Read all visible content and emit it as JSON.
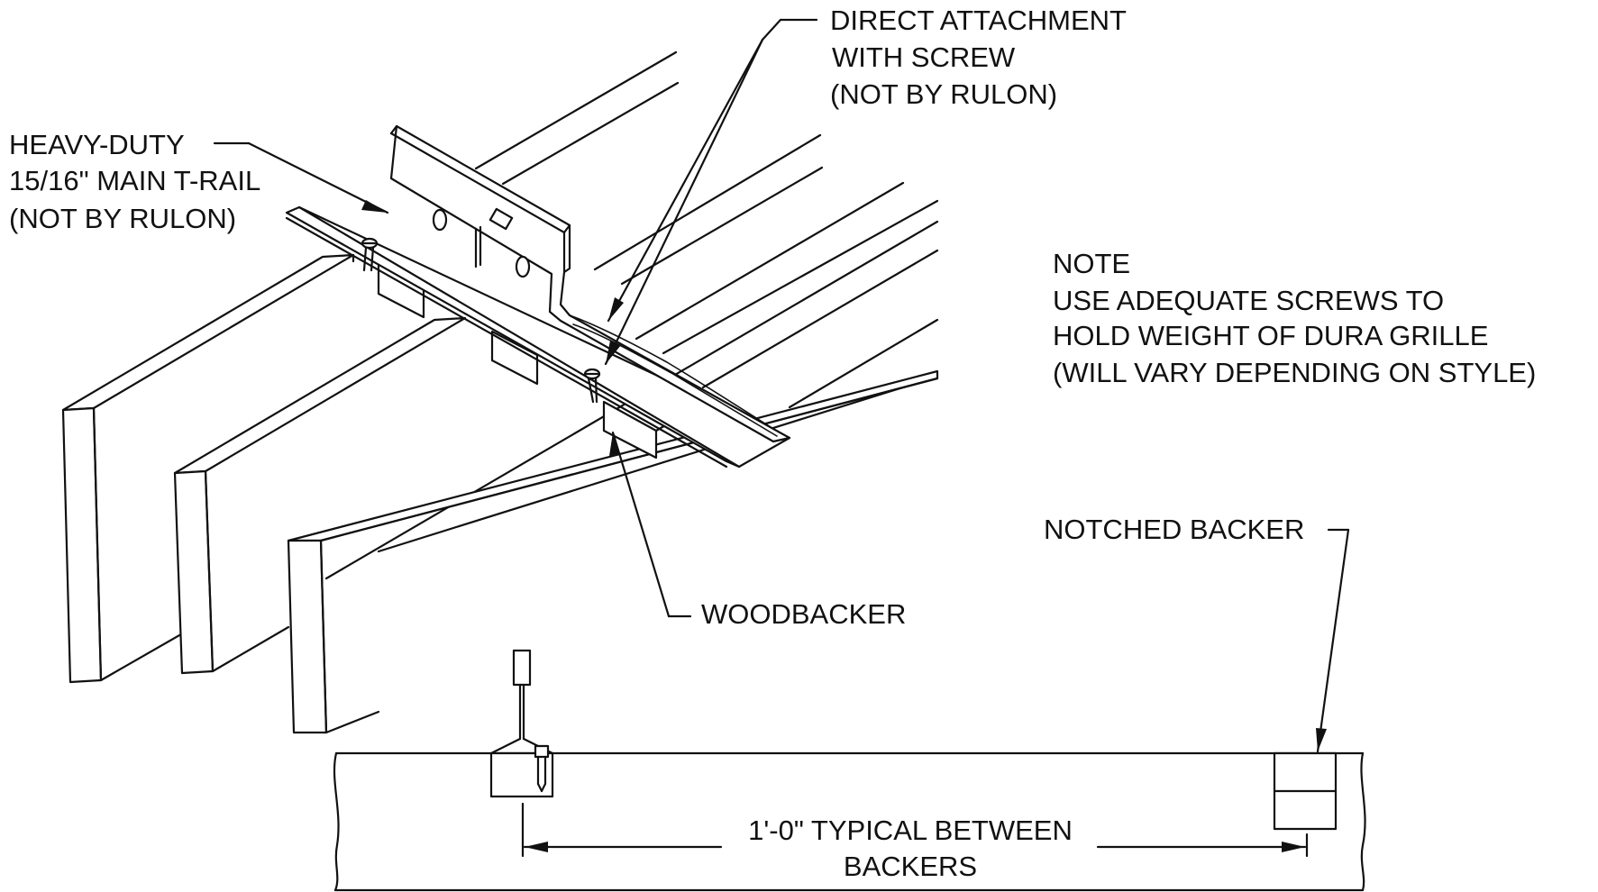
{
  "labels": {
    "direct_attachment": [
      "DIRECT ATTACHMENT",
      "WITH SCREW",
      "(NOT BY RULON)"
    ],
    "main_t_rail": [
      "HEAVY-DUTY",
      "15/16\" MAIN T-RAIL",
      "(NOT BY RULON)"
    ],
    "note": [
      "NOTE",
      "USE ADEQUATE SCREWS TO",
      "HOLD WEIGHT OF DURA GRILLE",
      "(WILL VARY DEPENDING ON STYLE)"
    ],
    "woodbacker": "WOODBACKER",
    "notched_backer": "NOTCHED BACKER",
    "dimension": [
      "1'-0\" TYPICAL BETWEEN",
      "BACKERS"
    ]
  },
  "colors": {
    "line": "#111111",
    "background": "#ffffff"
  }
}
